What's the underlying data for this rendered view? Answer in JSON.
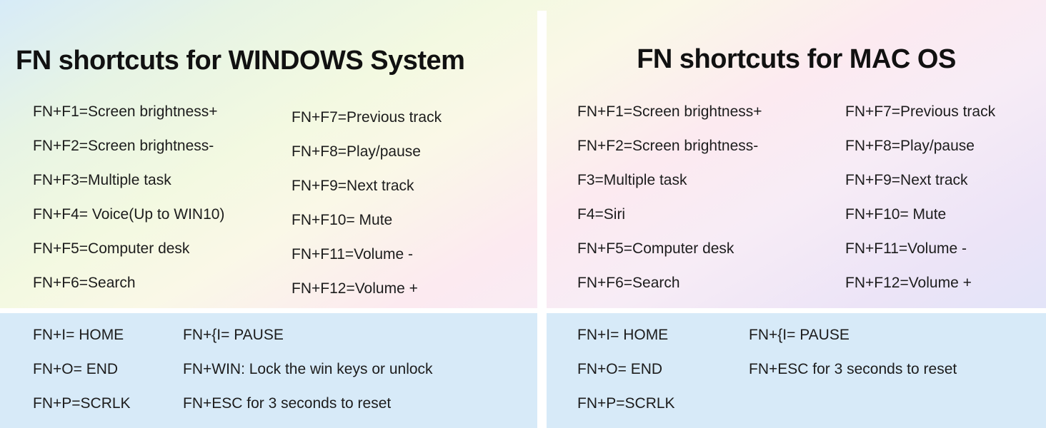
{
  "panels": {
    "windows": {
      "title": "FN shortcuts for WINDOWS System",
      "fn_col1": [
        "FN+F1=Screen brightness+",
        "FN+F2=Screen brightness-",
        "FN+F3=Multiple task",
        "FN+F4= Voice(Up to WIN10)",
        "FN+F5=Computer desk",
        "FN+F6=Search"
      ],
      "fn_col2": [
        "FN+F7=Previous track",
        "FN+F8=Play/pause",
        "FN+F9=Next track",
        "FN+F10= Mute",
        "FN+F11=Volume -",
        "FN+F12=Volume +"
      ],
      "extra_col1": [
        "FN+I= HOME",
        "FN+O= END",
        "FN+P=SCRLK"
      ],
      "extra_col2": [
        "FN+{I= PAUSE",
        "FN+WIN: Lock the win keys or unlock",
        "FN+ESC for 3 seconds to reset"
      ]
    },
    "mac": {
      "title": "FN shortcuts for MAC OS",
      "fn_col1": [
        "FN+F1=Screen brightness+",
        "FN+F2=Screen brightness-",
        "F3=Multiple task",
        "F4=Siri",
        "FN+F5=Computer desk",
        "FN+F6=Search"
      ],
      "fn_col2": [
        "FN+F7=Previous track",
        "FN+F8=Play/pause",
        "FN+F9=Next track",
        "FN+F10= Mute",
        "FN+F11=Volume -",
        "FN+F12=Volume +"
      ],
      "extra_col1": [
        "FN+I= HOME",
        "FN+O= END",
        "FN+P=SCRLK"
      ],
      "extra_col2": [
        "FN+{I= PAUSE",
        "FN+ESC for 3 seconds to reset"
      ]
    }
  },
  "colors": {
    "bottom_band": "#d7eaf8",
    "separator": "#ffffff",
    "text": "#1c1c1c",
    "gradient_blue": "#d7ebf8",
    "gradient_green": "#f3f9e1",
    "gradient_pink": "#fceaf0",
    "gradient_lavender": "#ece4f7",
    "gradient_periwinkle": "#dde9fa"
  }
}
